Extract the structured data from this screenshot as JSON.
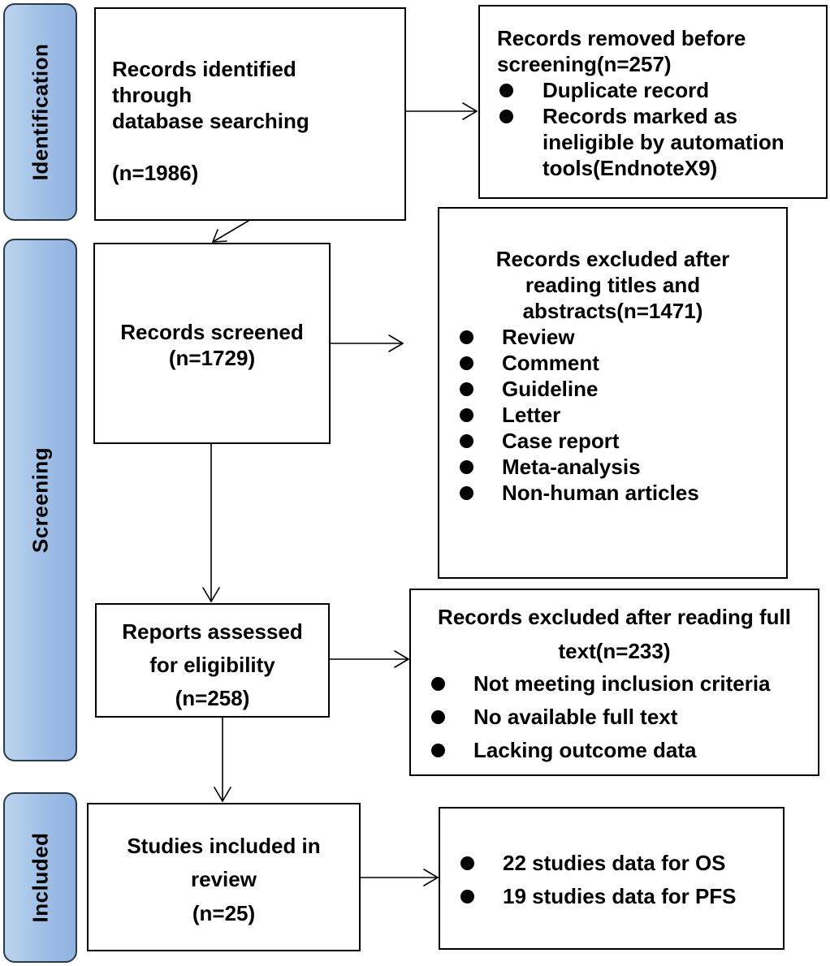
{
  "phases": {
    "identification": "Identification",
    "screening": "Screening",
    "included": "Included"
  },
  "identified": {
    "line1": "Records identified",
    "line2": "through",
    "line3": "database searching",
    "count": "(n=1986)"
  },
  "removed": {
    "line1": "Records removed before",
    "line2": "screening(n=257)",
    "bullet1": "Duplicate record",
    "bullet2_line1": "Records marked as",
    "bullet2_line2": "ineligible by automation",
    "bullet2_line3": "tools(EndnoteX9)"
  },
  "screened": {
    "line1": "Records screened",
    "count": "(n=1729)"
  },
  "excluded_titles": {
    "line1": "Records excluded after",
    "line2": "reading titles and",
    "line3": "abstracts(n=1471)",
    "items": [
      "Review",
      "Comment",
      "Guideline",
      "Letter",
      "Case report",
      "Meta-analysis",
      "Non-human articles"
    ]
  },
  "assessed": {
    "line1": "Reports assessed",
    "line2": "for eligibility",
    "count": "(n=258)"
  },
  "excluded_fulltext": {
    "line1": "Records excluded after reading full",
    "line2": "text(n=233)",
    "items": [
      "Not meeting inclusion criteria",
      "No available full text",
      "Lacking outcome data"
    ]
  },
  "included_studies": {
    "line1": "Studies included in",
    "line2": "review",
    "count": "(n=25)"
  },
  "outcomes": {
    "items": [
      "22 studies data for OS",
      "19 studies data for PFS"
    ]
  }
}
